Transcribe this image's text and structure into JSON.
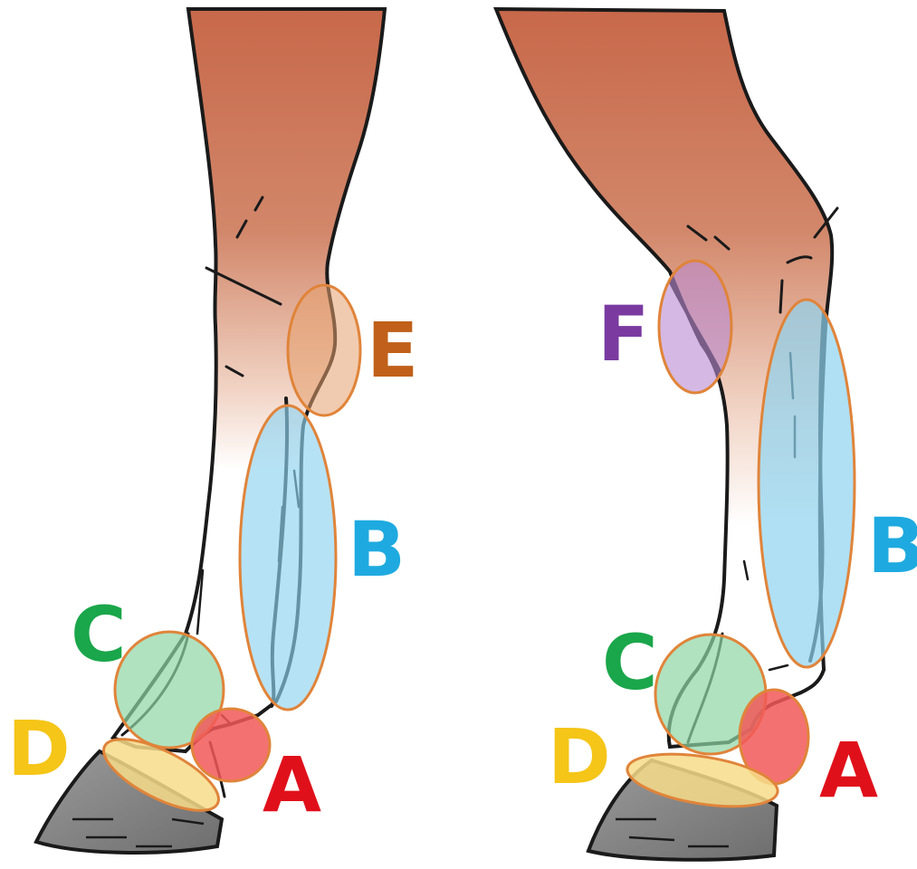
{
  "legs": [
    {
      "id": "front-leg",
      "regions": [
        {
          "key": "E",
          "label": "E",
          "color": "#c0601a",
          "fill": "#e6a06e"
        },
        {
          "key": "B",
          "label": "B",
          "color": "#1eaae0",
          "fill": "#8fd3f0"
        },
        {
          "key": "C",
          "label": "C",
          "color": "#1aa64a",
          "fill": "#8ed6a4"
        },
        {
          "key": "D",
          "label": "D",
          "color": "#f5c518",
          "fill": "#f7dc8a"
        },
        {
          "key": "A",
          "label": "A",
          "color": "#e0101a",
          "fill": "#f25858"
        }
      ]
    },
    {
      "id": "hind-leg",
      "regions": [
        {
          "key": "F",
          "label": "F",
          "color": "#7a3aa0",
          "fill": "#b98ad2"
        },
        {
          "key": "B",
          "label": "B",
          "color": "#1eaae0",
          "fill": "#8fd3f0"
        },
        {
          "key": "C",
          "label": "C",
          "color": "#1aa64a",
          "fill": "#8ed6a4"
        },
        {
          "key": "D",
          "label": "D",
          "color": "#f5c518",
          "fill": "#f7dc8a"
        },
        {
          "key": "A",
          "label": "A",
          "color": "#e0101a",
          "fill": "#f25858"
        }
      ]
    }
  ],
  "colors": {
    "outline": "#1a1a1a",
    "leg_top": "#c8684a",
    "leg_bottom": "#ffffff",
    "hoof": "#8a8a8a",
    "ellipse_stroke": "#e0843a"
  }
}
